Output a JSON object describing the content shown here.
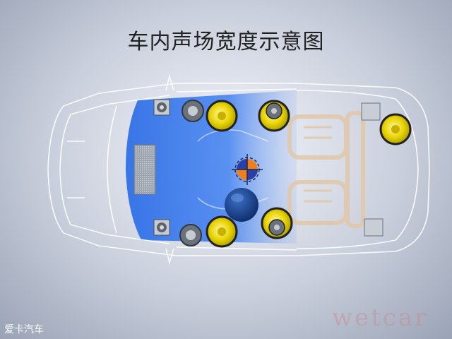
{
  "title": "车内声场宽度示意图",
  "watermark_left": "爱卡汽车",
  "watermark_right": "wetcar",
  "colors": {
    "soundstage": "#2f6fe6",
    "outline": "#ffffff",
    "seat_outline": "#e2c7a8",
    "woofer_cone": "#e8d400",
    "tweeter": "#8a8f96"
  },
  "components": [
    "car-outline",
    "soundstage-area",
    "woofers",
    "tweeters",
    "listener-target",
    "center-sphere",
    "seats",
    "rear-panels"
  ]
}
